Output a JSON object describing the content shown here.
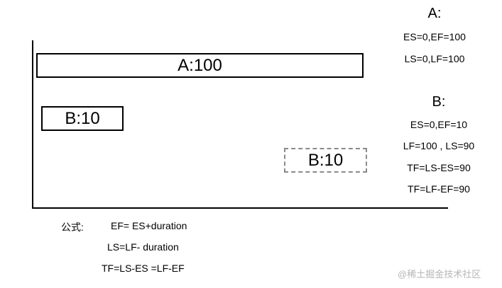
{
  "diagram": {
    "task_a_bar": "A:100",
    "task_b_bar": "B:10",
    "task_b_shifted_bar": "B:10"
  },
  "notes_a": {
    "title": "A:",
    "line1": "ES=0,EF=100",
    "line2": "LS=0,LF=100"
  },
  "notes_b": {
    "title": "B:",
    "line1": "ES=0,EF=10",
    "line2": "LF=100 , LS=90",
    "line3": "TF=LS-ES=90",
    "line4": "TF=LF-EF=90"
  },
  "formula": {
    "label": "公式:",
    "line1": "EF= ES+duration",
    "line2": "LS=LF- duration",
    "line3": "TF=LS-ES =LF-EF"
  },
  "watermark": "@稀土掘金技术社区"
}
